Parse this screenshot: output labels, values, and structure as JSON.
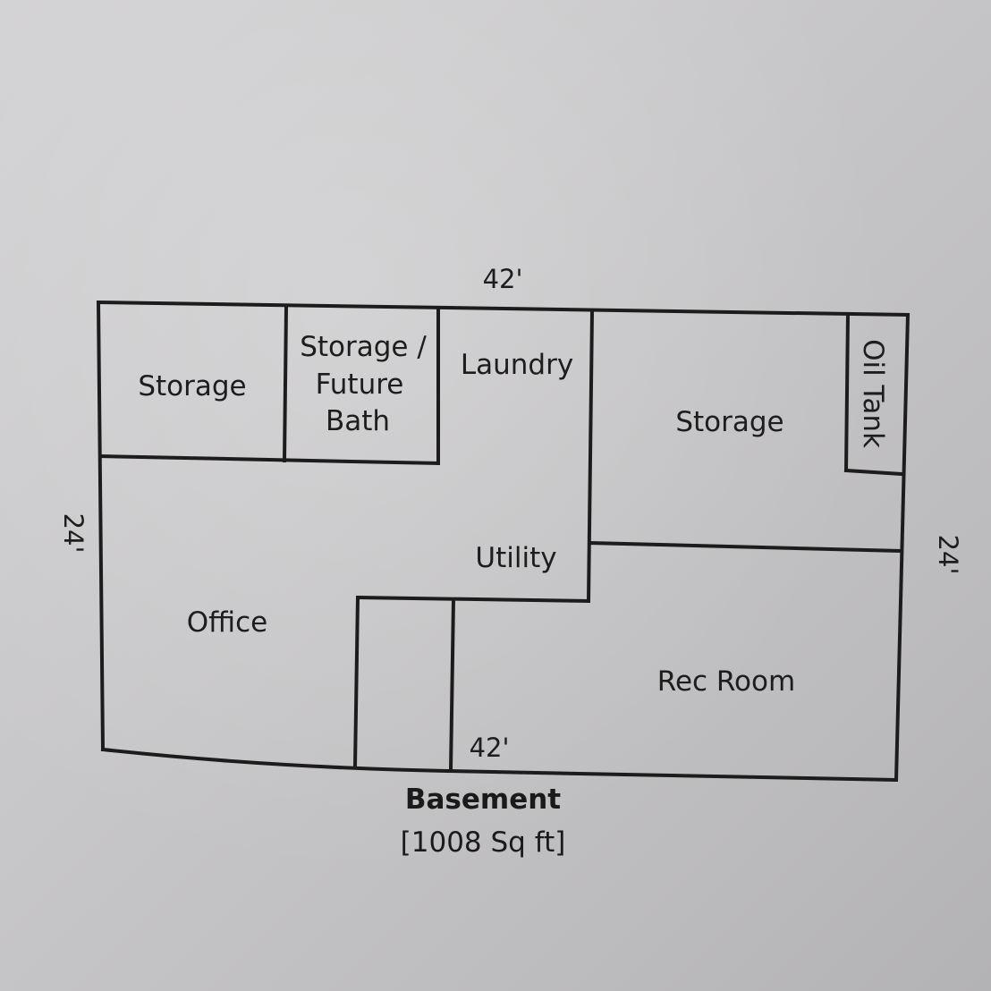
{
  "title": "Basement",
  "area": "[1008 Sq ft]",
  "dimensions": {
    "top": "42'",
    "bottom": "42'",
    "left": "24'",
    "right": "24'"
  },
  "rooms": {
    "storage_left": "Storage",
    "storage_bath": [
      "Storage /",
      "Future",
      "Bath"
    ],
    "laundry": "Laundry",
    "storage_right": "Storage",
    "oil_tank": "Oil Tank",
    "utility": "Utility",
    "office": "Office",
    "rec_room": "Rec Room"
  },
  "colors": {
    "line": "#1c1c1c",
    "paper": "#c8c7c9"
  }
}
